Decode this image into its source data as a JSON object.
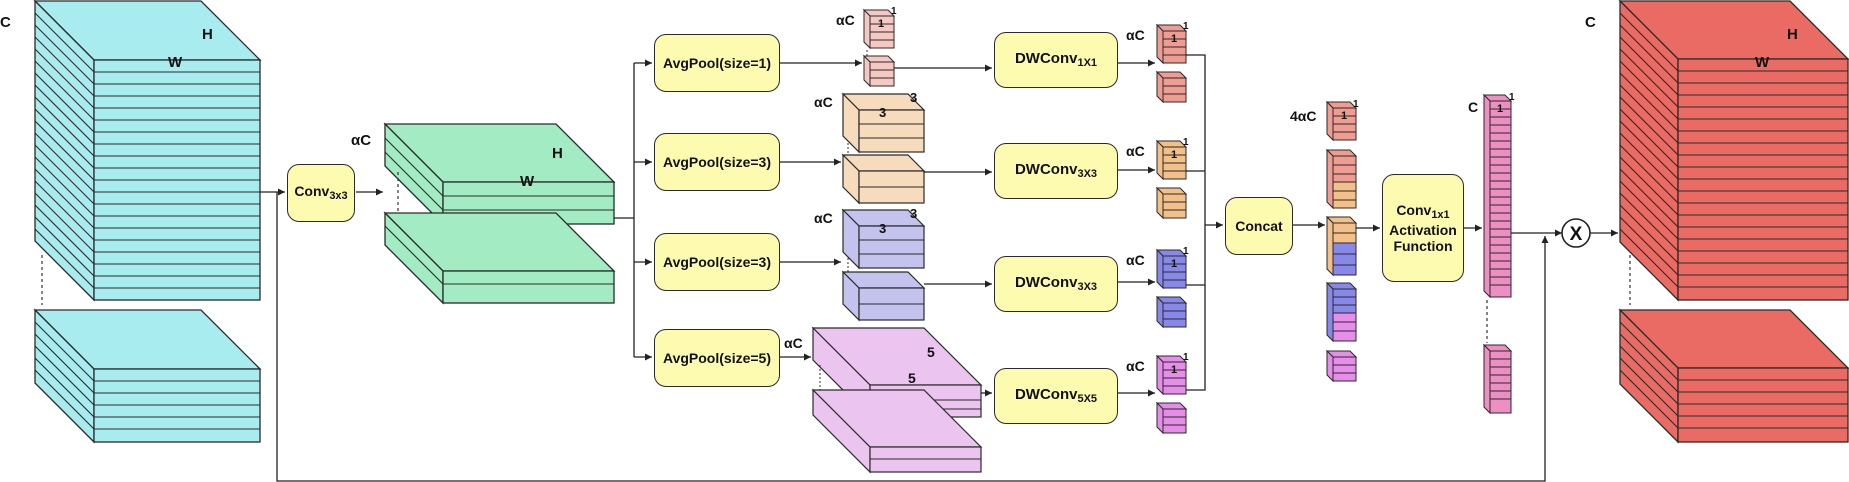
{
  "labels": {
    "c": "C",
    "h": "H",
    "w": "W",
    "alpha_c": "αC",
    "four_alpha_c": "4αC",
    "one": "1",
    "three": "3",
    "five": "5",
    "x": "X"
  },
  "blocks": {
    "conv3x3": {
      "main": "Conv",
      "sub": "3x3"
    },
    "pools": [
      "AvgPool(size=1)",
      "AvgPool(size=3)",
      "AvgPool(size=3)",
      "AvgPool(size=5)"
    ],
    "dwconvs": [
      {
        "main": "DWConv",
        "sub": "1X1"
      },
      {
        "main": "DWConv",
        "sub": "3X3"
      },
      {
        "main": "DWConv",
        "sub": "3X3"
      },
      {
        "main": "DWConv",
        "sub": "5X5"
      }
    ],
    "concat": "Concat",
    "conv1x1": {
      "main": "Conv",
      "sub": "1x1",
      "line2": "Activation",
      "line3": "Function"
    }
  },
  "colors": {
    "cyan": "#a8ecef",
    "green": "#a3ecc3",
    "red": "#e96b64",
    "pink_light": "#f6c8c4",
    "peach": "#f6dcbd",
    "lavender": "#c3c3ee",
    "orchid": "#ebc4ef",
    "salmon": "#ef9c92",
    "orange": "#f3c08a",
    "blue": "#8888ea",
    "magenta": "#e68de9",
    "pink": "#ee8fc3",
    "box_fill": "#fdfbb0",
    "stroke": "#2a2a2a"
  }
}
